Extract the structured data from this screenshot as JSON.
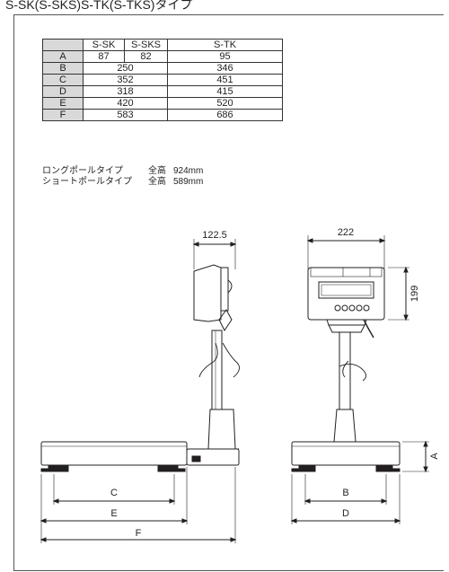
{
  "heading": "S-SK(S-SKS)S-TK(S-TKS)タイプ",
  "table": {
    "columns": [
      "S-SK",
      "S-SKS",
      "S-TK"
    ],
    "rows": [
      {
        "label": "A",
        "sk": "87",
        "sks": "82",
        "tk": "95"
      },
      {
        "label": "B",
        "sk_sks": "250",
        "tk": "346"
      },
      {
        "label": "C",
        "sk_sks": "352",
        "tk": "451"
      },
      {
        "label": "D",
        "sk_sks": "318",
        "tk": "415"
      },
      {
        "label": "E",
        "sk_sks": "420",
        "tk": "520"
      },
      {
        "label": "F",
        "sk_sks": "583",
        "tk": "686"
      }
    ]
  },
  "notes": [
    {
      "label": "ロングポールタイプ",
      "key": "全高",
      "value": "924mm"
    },
    {
      "label": "ショートポールタイプ",
      "key": "全高",
      "value": "589mm"
    }
  ],
  "drawing": {
    "side": {
      "width_label": "122.5",
      "dims": [
        "C",
        "E",
        "F"
      ]
    },
    "front": {
      "width_label": "222",
      "height_label": "199",
      "dims": [
        "A",
        "B",
        "D"
      ]
    }
  }
}
